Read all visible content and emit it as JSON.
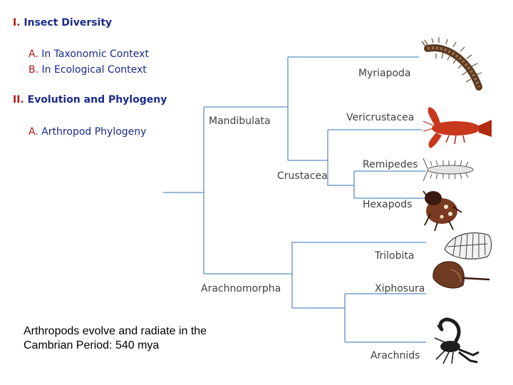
{
  "outline": {
    "section1": {
      "numeral": "I.",
      "title": "Insect Diversity"
    },
    "section1_items": [
      {
        "letter": "A.",
        "text": "In Taxonomic Context"
      },
      {
        "letter": "B.",
        "text": "In Ecological Context"
      }
    ],
    "section2": {
      "numeral": "II.",
      "title": "Evolution and Phylogeny"
    },
    "section2_items": [
      {
        "letter": "A.",
        "text": "Arthropod Phylogeny"
      }
    ]
  },
  "tree": {
    "nodes": {
      "mandibulata": "Mandibulata",
      "crustacea": "Crustacea",
      "arachnomorpha": "Arachnomorpha"
    },
    "taxa": [
      {
        "label": "Myriapoda",
        "icon": "centipede-icon"
      },
      {
        "label": "Vericrustacea",
        "icon": "crayfish-icon"
      },
      {
        "label": "Remipedes",
        "icon": "remipede-icon"
      },
      {
        "label": "Hexapods",
        "icon": "beetle-icon"
      },
      {
        "label": "Trilobita",
        "icon": "trilobite-icon"
      },
      {
        "label": "Xiphosura",
        "icon": "horseshoe-crab-icon"
      },
      {
        "label": "Arachnids",
        "icon": "scorpion-icon"
      }
    ],
    "line_color": "#5b8ec4"
  },
  "caption": {
    "line1": "Arthropods evolve and radiate in the",
    "line2": "Cambrian Period: 540 mya"
  }
}
